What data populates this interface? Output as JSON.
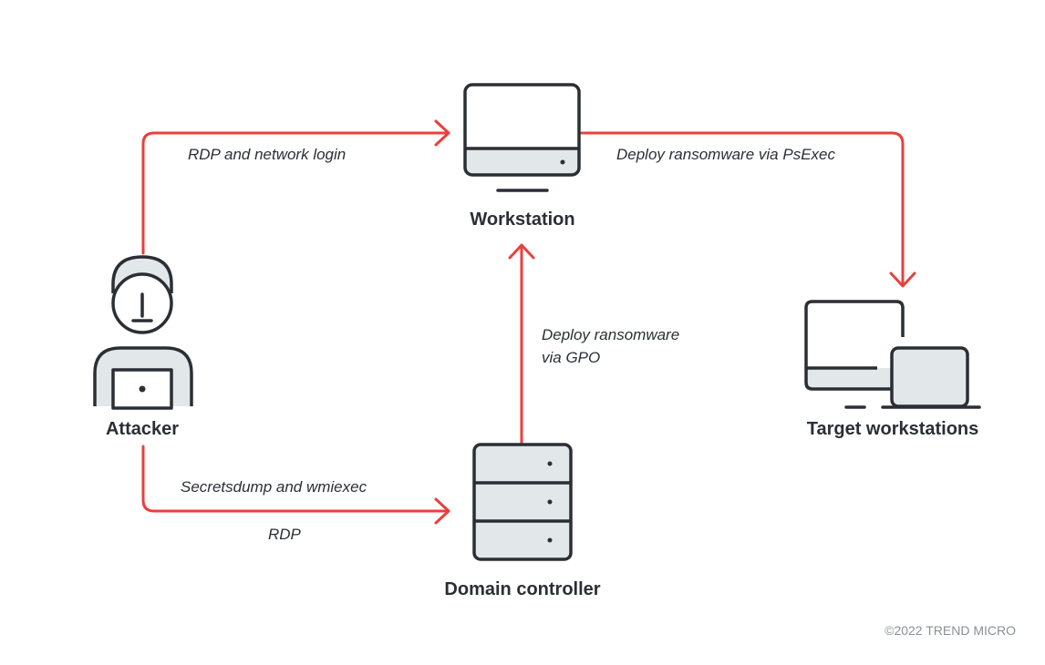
{
  "nodes": {
    "workstation": {
      "label": "Workstation",
      "icon": "monitor-icon"
    },
    "attacker": {
      "label": "Attacker",
      "icon": "hacker-icon"
    },
    "domain_controller": {
      "label": "Domain controller",
      "icon": "server-icon"
    },
    "target_workstations": {
      "label": "Target workstations",
      "icon": "desktop-laptop-icon"
    }
  },
  "edges": {
    "rdp_network_login": "RDP and network login",
    "deploy_psexec": "Deploy ransomware via PsExec",
    "deploy_gpo_line1": "Deploy ransomware",
    "deploy_gpo_line2": "via GPO",
    "secretsdump": "Secretsdump and wmiexec",
    "rdp": "RDP"
  },
  "copyright": "©2022 TREND MICRO",
  "colors": {
    "arrow": "#e8403d",
    "outline": "#2b2f35",
    "fill": "#e2e7e9"
  }
}
